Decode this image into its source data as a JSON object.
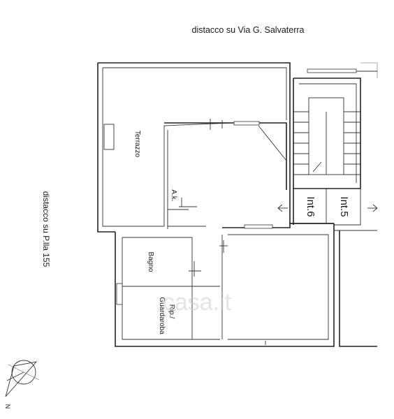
{
  "labels": {
    "top_street": "distacco su Via G. Salvaterra",
    "left_side": "distacco su P.lla 155",
    "terrazzo": "Terrazzo",
    "ak": "A.k.",
    "bagno": "Bagno",
    "rip_line1": "Rip./",
    "rip_line2": "Guardaroba",
    "int6": "Int.6",
    "int5": "Int.5",
    "watermark": "casa.it",
    "north": "N"
  },
  "colors": {
    "ink": "#1a1a1a",
    "watermark": "#cfcfcf"
  },
  "icons": {
    "compass": "north-compass-icon",
    "arrows": "entry-arrow-icon"
  }
}
